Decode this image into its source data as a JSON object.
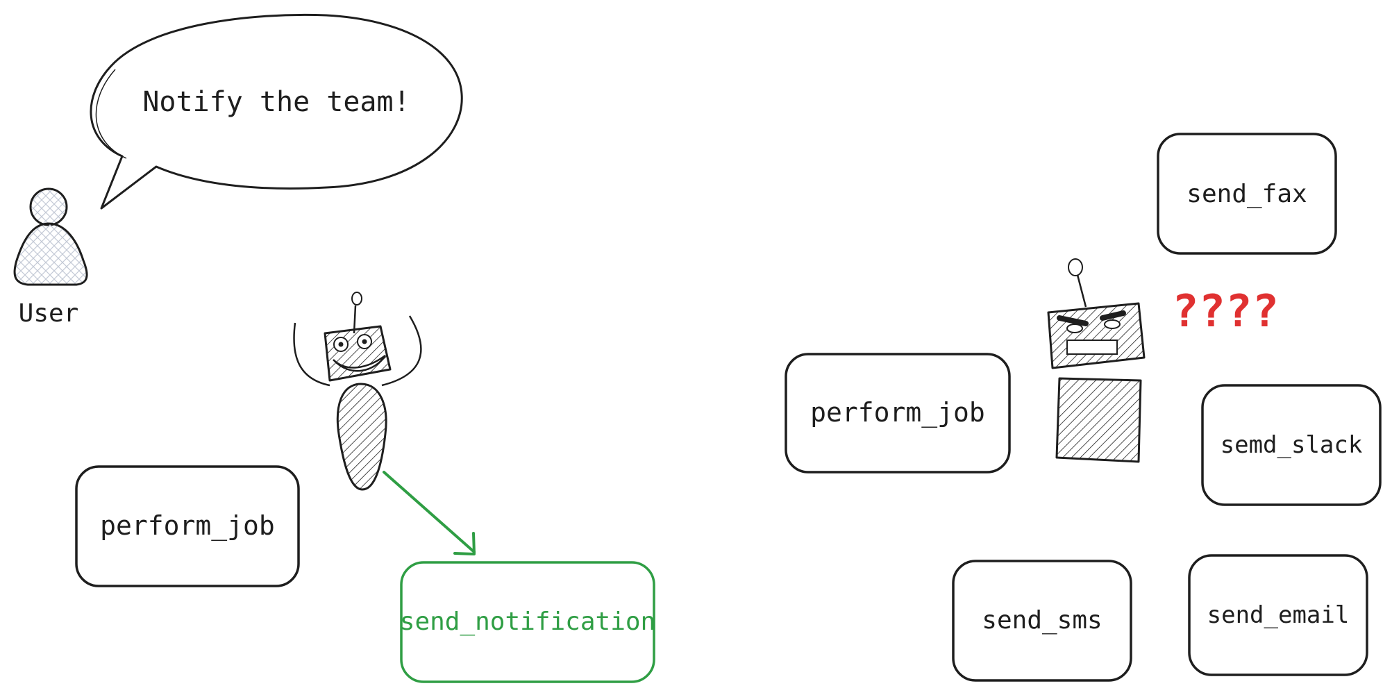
{
  "user": {
    "label": "User",
    "speech": "Notify the team!"
  },
  "left_scene": {
    "boxes": {
      "perform_job": "perform_job",
      "send_notification": "send_notification"
    }
  },
  "right_scene": {
    "boxes": {
      "perform_job": "perform_job",
      "send_fax": "send_fax",
      "semd_slack": "semd_slack",
      "send_sms": "send_sms",
      "send_email": "send_email"
    },
    "confusion": "????"
  },
  "colors": {
    "ink": "#1e1e1e",
    "green": "#2f9e44",
    "red": "#e03131",
    "hatch_grey": "#c3c9d6"
  }
}
